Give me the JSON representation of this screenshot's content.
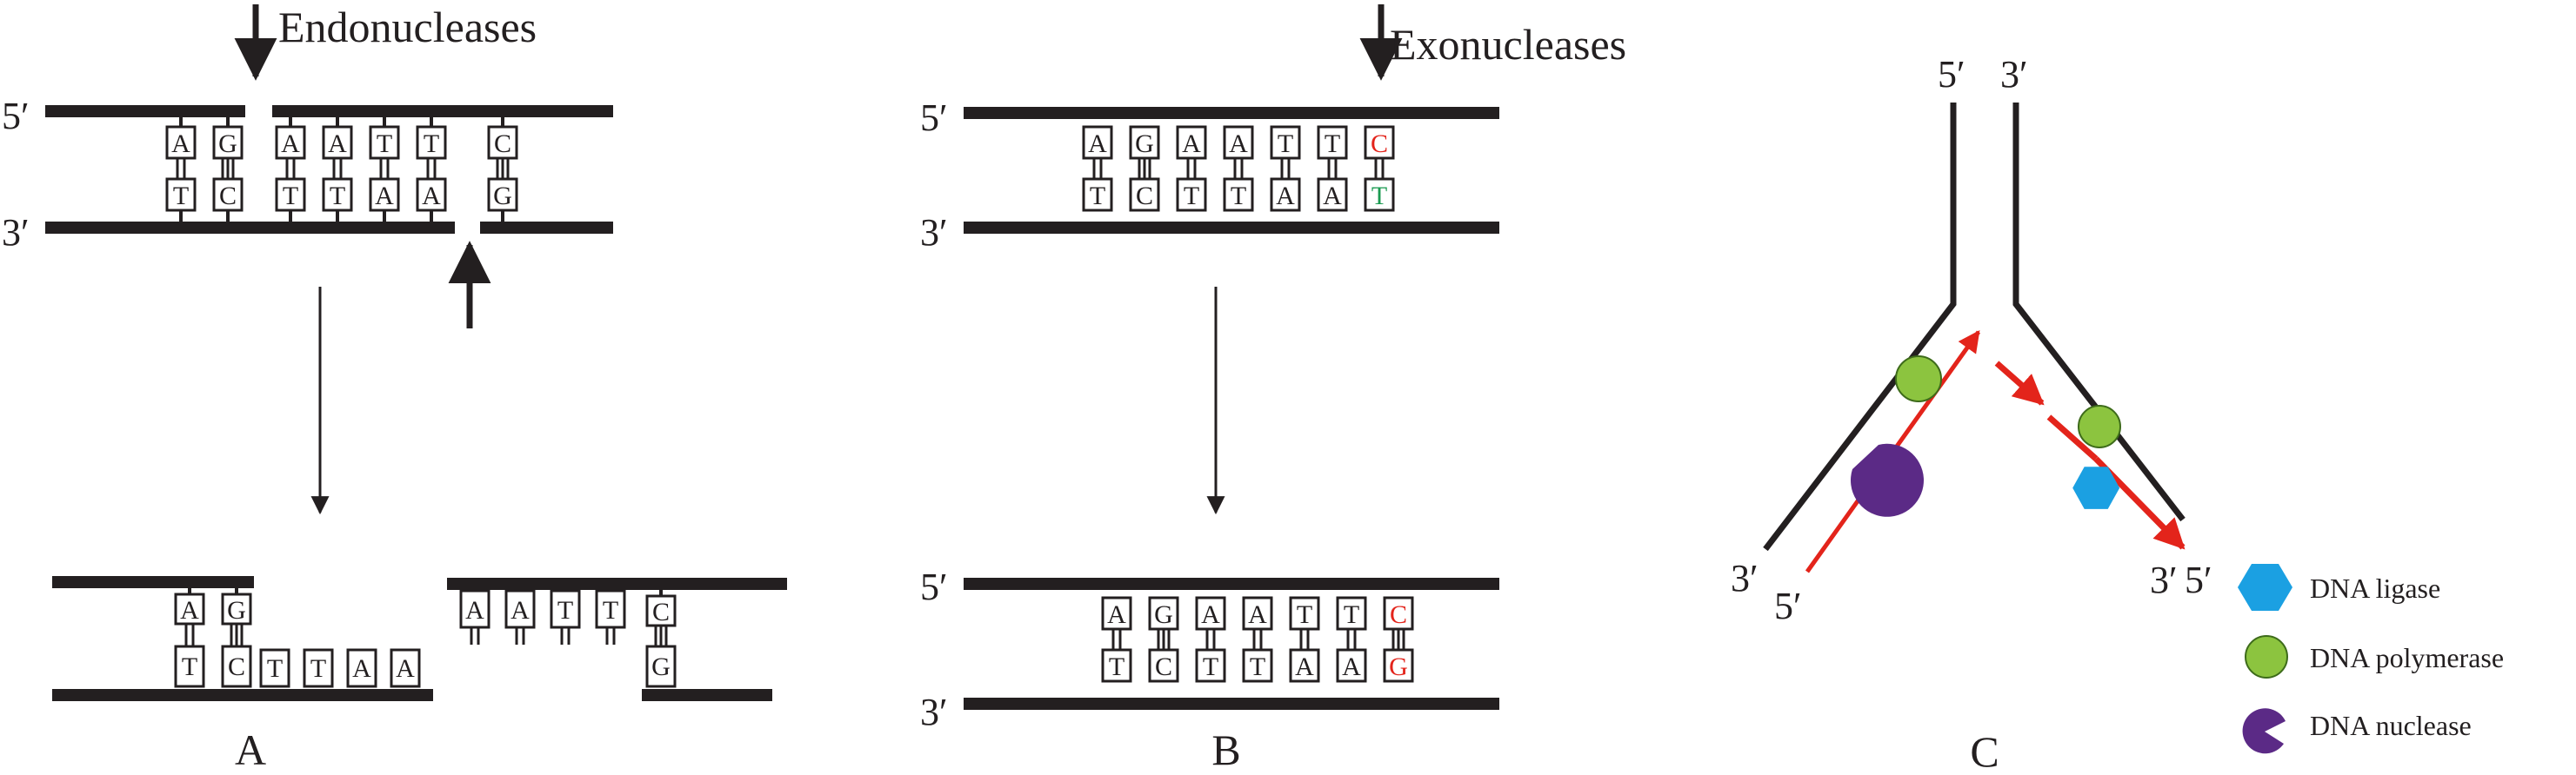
{
  "panel_a": {
    "label": "A",
    "enzyme_label": "Endonucleases",
    "top_prime": "5′",
    "bottom_prime": "3′",
    "before": {
      "top_bases": [
        "A",
        "G",
        "A",
        "A",
        "T",
        "T",
        "C"
      ],
      "bottom_bases": [
        "T",
        "C",
        "T",
        "T",
        "A",
        "A",
        "G"
      ]
    },
    "after": {
      "left_top_bases": [
        "A",
        "G"
      ],
      "left_bottom_bases": [
        "T",
        "C",
        "T",
        "T",
        "A",
        "A"
      ],
      "right_top_bases": [
        "A",
        "A",
        "T",
        "T",
        "C"
      ],
      "right_bottom_bases": [
        "G"
      ]
    }
  },
  "panel_b": {
    "label": "B",
    "enzyme_label": "Exonucleases",
    "top_prime": "5′",
    "bottom_prime": "3′",
    "before": {
      "top_bases": [
        "A",
        "G",
        "A",
        "A",
        "T",
        "T",
        "C"
      ],
      "bottom_bases": [
        "T",
        "C",
        "T",
        "T",
        "A",
        "A",
        "T"
      ]
    },
    "after": {
      "top_bases": [
        "A",
        "G",
        "A",
        "A",
        "T",
        "T",
        "C"
      ],
      "bottom_bases": [
        "T",
        "C",
        "T",
        "T",
        "A",
        "A",
        "G"
      ]
    },
    "colors": {
      "mismatch_top": "#e3241b",
      "mismatch_bottom": "#1a9a50",
      "repaired": "#e3241b"
    }
  },
  "panel_c": {
    "label": "C",
    "left_top_prime": "5′",
    "right_top_prime": "3′",
    "left_bottom_primes": [
      "3′",
      "5′"
    ],
    "right_bottom_primes": [
      "3′",
      "5′"
    ],
    "colors": {
      "arrow": "#e3241b",
      "ligase": "#1ba0e2",
      "polymerase": "#8cc43f",
      "nuclease": "#5b2a86"
    }
  },
  "legend": {
    "items": [
      {
        "label": "DNA ligase",
        "icon": "hexagon-icon"
      },
      {
        "label": "DNA polymerase",
        "icon": "circle-icon"
      },
      {
        "label": "DNA nuclease",
        "icon": "pacman-icon"
      }
    ]
  }
}
